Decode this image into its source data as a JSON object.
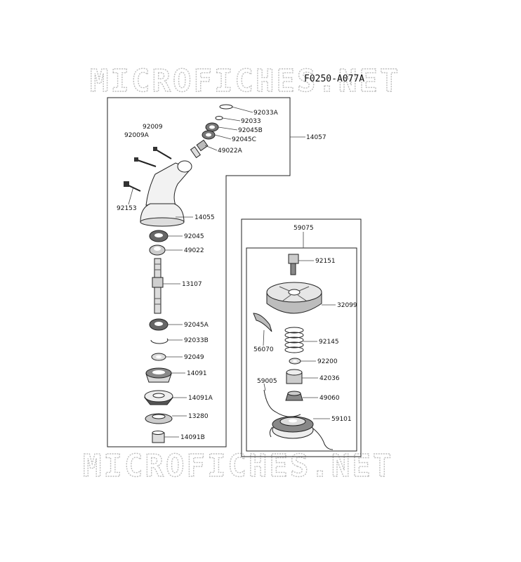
{
  "diagram_code": "F0250-A077A",
  "watermark": "MICROFICHES.NET",
  "labels": {
    "p92033A": "92033A",
    "p92033": "92033",
    "p92045B": "92045B",
    "p92045C": "92045C",
    "p49022A": "49022A",
    "p14057": "14057",
    "p92009": "92009",
    "p92009A": "92009A",
    "p92153": "92153",
    "p14055": "14055",
    "p92045": "92045",
    "p49022": "49022",
    "p13107": "13107",
    "p92045A": "92045A",
    "p92033B": "92033B",
    "p92049": "92049",
    "p14091": "14091",
    "p14091A": "14091A",
    "p13280": "13280",
    "p14091B": "14091B",
    "p59075": "59075",
    "p92151": "92151",
    "p32099": "32099",
    "p56070": "56070",
    "p92145": "92145",
    "p92200": "92200",
    "p59005": "59005",
    "p42036": "42036",
    "p49060": "49060",
    "p59101": "59101"
  },
  "colors": {
    "line": "#222222",
    "watermark": "#bdbdbd",
    "part_fill": "#e8e8e8",
    "part_dark": "#555555"
  }
}
